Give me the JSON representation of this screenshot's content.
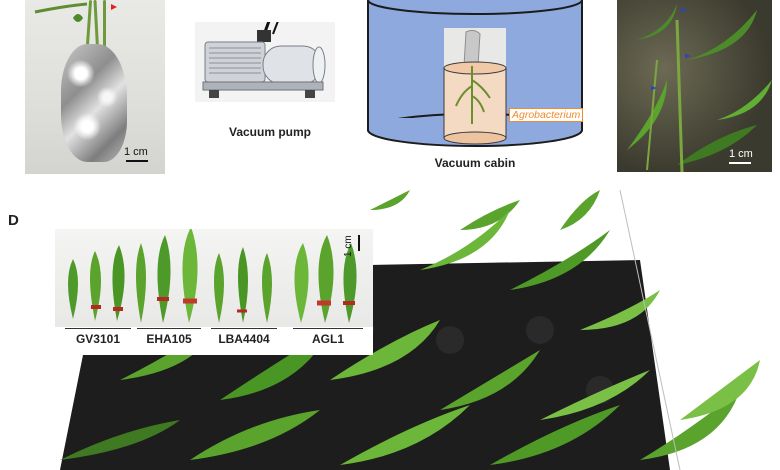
{
  "panels": {
    "top_left": {
      "scale": "1 cm"
    },
    "pump": {
      "label": "Vacuum pump"
    },
    "cabin": {
      "label": "Vacuum cabin",
      "solution": "Agrobacterium"
    },
    "top_right": {
      "scale": "1 cm"
    },
    "d": {
      "letter": "D",
      "inset_scale": "1 cm",
      "strains": [
        "GV3101",
        "EHA105",
        "LBA4404",
        "AGL1"
      ]
    }
  },
  "colors": {
    "cabin_blue": "#8ea9dd",
    "solution_orange": "#f08a2a",
    "leaf_green": "#5aa32c"
  }
}
